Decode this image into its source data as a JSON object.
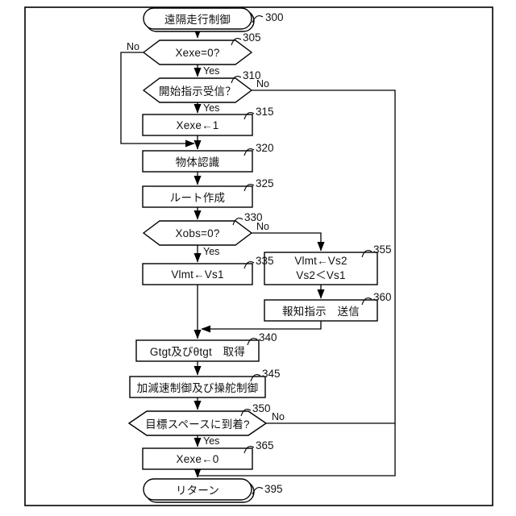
{
  "figure": {
    "type": "flowchart",
    "branch_labels": {
      "yes": "Yes",
      "no": "No"
    },
    "nodes": {
      "start": {
        "label": "遠隔走行制御",
        "ref": "300"
      },
      "s305": {
        "label": "Xexe=0?",
        "ref": "305"
      },
      "s310": {
        "label": "開始指示受信？",
        "ref": "310"
      },
      "s315": {
        "label": "Xexe←1",
        "ref": "315"
      },
      "s320": {
        "label": "物体認識",
        "ref": "320"
      },
      "s325": {
        "label": "ルート作成",
        "ref": "325"
      },
      "s330": {
        "label": "Xobs=0?",
        "ref": "330"
      },
      "s335": {
        "label": "Vlmt←Vs1",
        "ref": "335"
      },
      "s355": {
        "label_line1": "Vlmt←Vs2",
        "label_line2": "Vs2＜Vs1",
        "ref": "355"
      },
      "s360": {
        "label": "報知指示　送信",
        "ref": "360"
      },
      "s340": {
        "label": "Gtgt及びθtgt　取得",
        "ref": "340"
      },
      "s345": {
        "label": "加減速制御及び操舵制御",
        "ref": "345"
      },
      "s350": {
        "label": "目標スペースに到着?",
        "ref": "350"
      },
      "s365": {
        "label": "Xexe←0",
        "ref": "365"
      },
      "end": {
        "label": "リターン",
        "ref": "395"
      }
    }
  }
}
